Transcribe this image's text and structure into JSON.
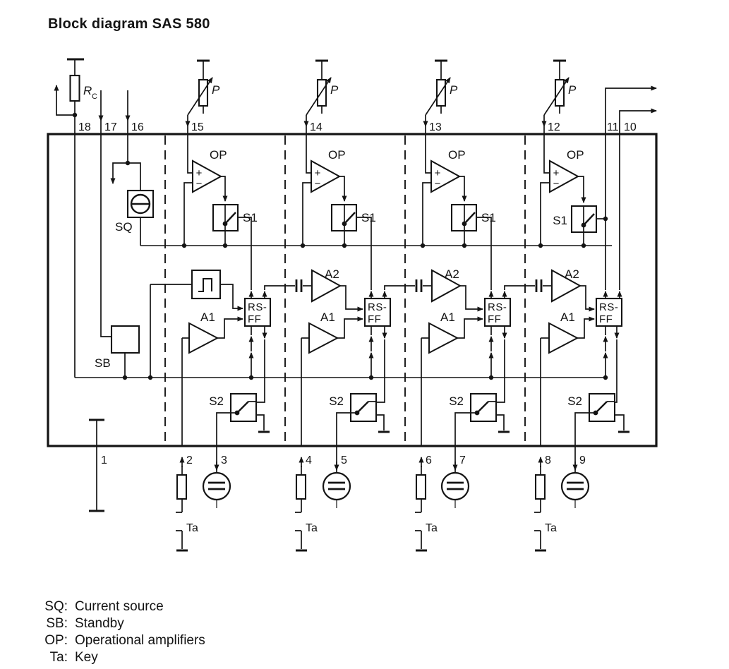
{
  "title": "Block diagram SAS 580",
  "symbols": {
    "rc_main": "R",
    "rc_sub": "C",
    "p": "P",
    "op": "OP",
    "plus": "+",
    "minus": "−",
    "s1": "S1",
    "s2": "S2",
    "a1": "A1",
    "a2": "A2",
    "rsff_line1": "RS-",
    "rsff_line2": "FF",
    "sq": "SQ",
    "sb": "SB",
    "ta": "Ta"
  },
  "pins": {
    "top": [
      "18",
      "17",
      "16",
      "15",
      "14",
      "13",
      "12",
      "11",
      "10"
    ],
    "bottom": [
      "1",
      "2",
      "3",
      "4",
      "5",
      "6",
      "7",
      "8",
      "9"
    ]
  },
  "legend": [
    {
      "abbr": "SQ:",
      "desc": "Current source"
    },
    {
      "abbr": "SB:",
      "desc": "Standby"
    },
    {
      "abbr": "OP:",
      "desc": "Operational amplifiers"
    },
    {
      "abbr": "Ta:",
      "desc": "Key"
    }
  ],
  "colors": {
    "ink": "#141414",
    "paper": "#ffffff"
  }
}
